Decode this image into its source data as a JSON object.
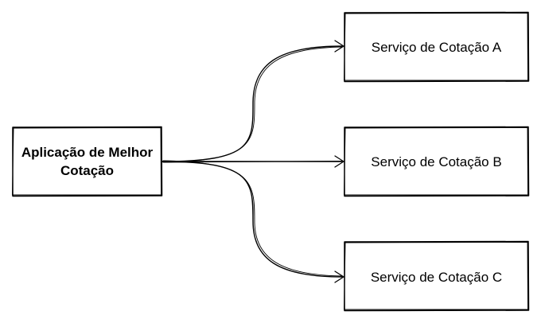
{
  "diagram": {
    "type": "flowchart",
    "style": "hand-drawn",
    "colors": {
      "stroke": "#000000",
      "fill": "#ffffff",
      "text": "#000000"
    },
    "source": {
      "id": "app",
      "label_lines": [
        "Aplicação de Melhor",
        "Cotação"
      ]
    },
    "targets": [
      {
        "id": "svc-a",
        "label": "Serviço de Cotação A"
      },
      {
        "id": "svc-b",
        "label": "Serviço de Cotação B"
      },
      {
        "id": "svc-c",
        "label": "Serviço de Cotação C"
      }
    ],
    "edges": [
      {
        "from": "app",
        "to": "svc-a"
      },
      {
        "from": "app",
        "to": "svc-b"
      },
      {
        "from": "app",
        "to": "svc-c"
      }
    ]
  }
}
